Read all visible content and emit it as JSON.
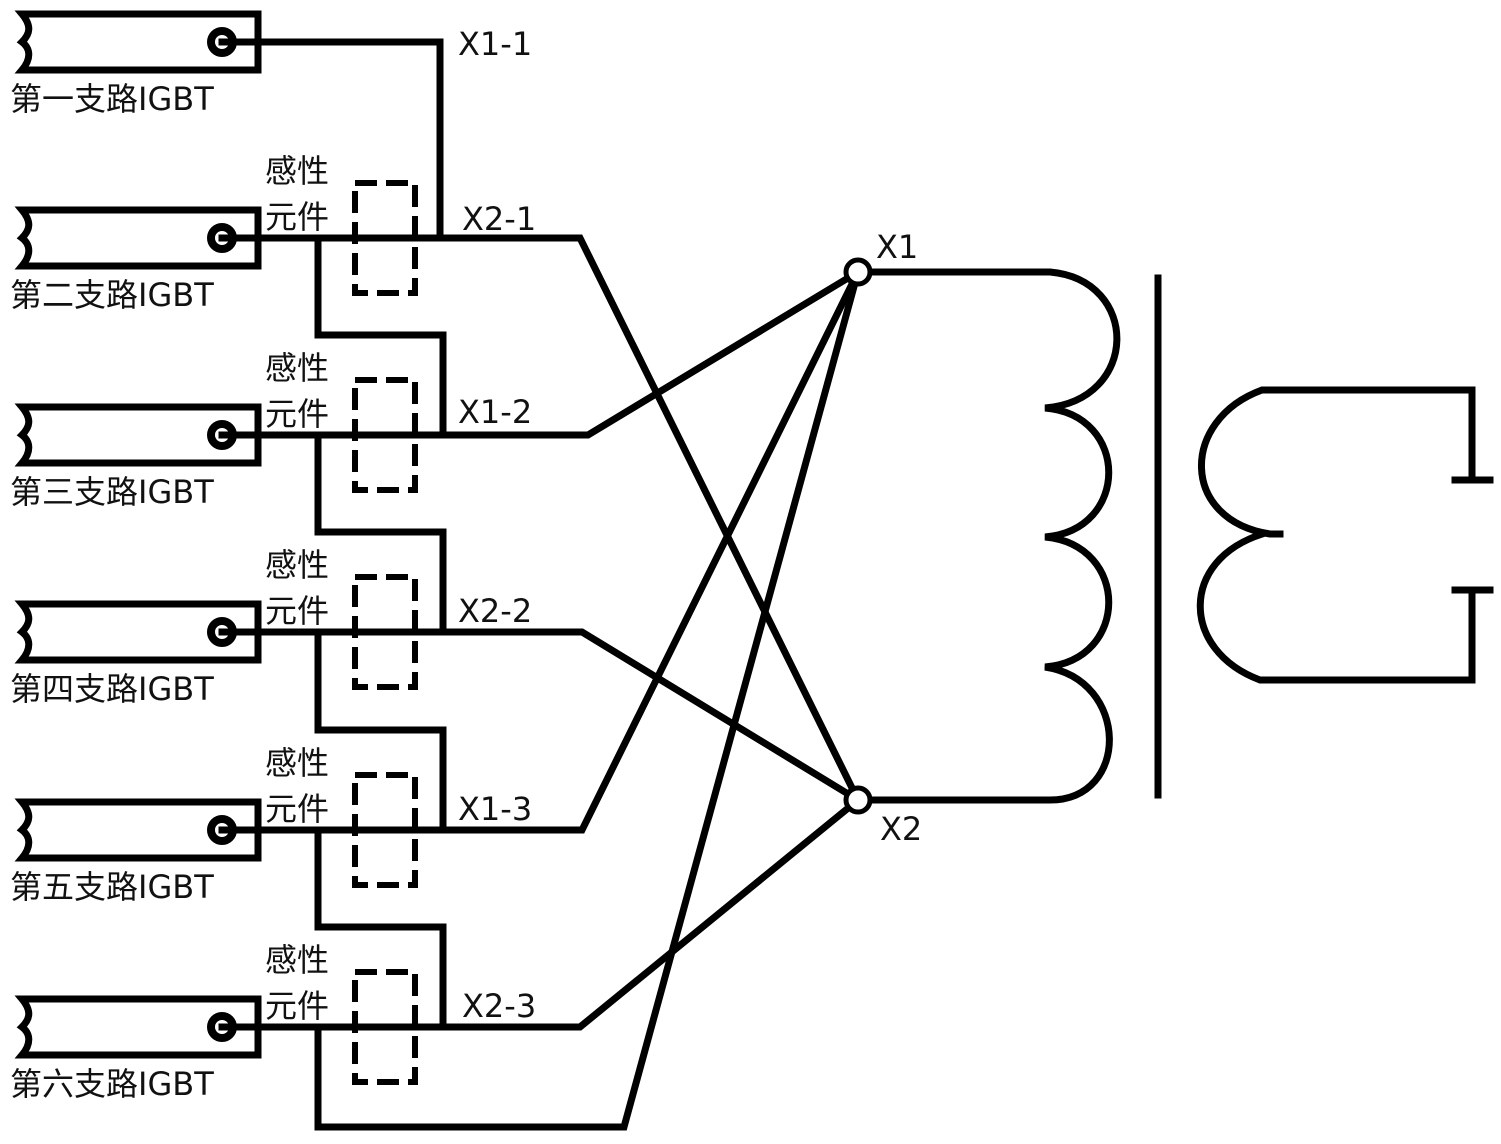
{
  "diagram": {
    "type": "circuit-schematic",
    "branches": [
      {
        "label": "第一支路IGBT",
        "terminal": "G",
        "output_label": "X1-1",
        "connects_to": "X1",
        "inductor": null
      },
      {
        "label": "第二支路IGBT",
        "terminal": "G",
        "output_label": "X2-1",
        "connects_to": "X2",
        "inductor": "感性元件"
      },
      {
        "label": "第三支路IGBT",
        "terminal": "G",
        "output_label": "X1-2",
        "connects_to": "X1",
        "inductor": "感性元件"
      },
      {
        "label": "第四支路IGBT",
        "terminal": "G",
        "output_label": "X2-2",
        "connects_to": "X2",
        "inductor": "感性元件"
      },
      {
        "label": "第五支路IGBT",
        "terminal": "G",
        "output_label": "X1-3",
        "connects_to": "X1",
        "inductor": "感性元件"
      },
      {
        "label": "第六支路IGBT",
        "terminal": "G",
        "output_label": "X2-3",
        "connects_to": "X2",
        "inductor": "感性元件"
      }
    ],
    "inductor_label_line1": "感性",
    "inductor_label_line2": "元件",
    "transformer": {
      "primary_terminals": [
        "X1",
        "X2"
      ],
      "primary_turns": 4,
      "secondary_turns": 2,
      "core": "single-line"
    },
    "colors": {
      "stroke": "#000000",
      "background": "#ffffff"
    }
  }
}
